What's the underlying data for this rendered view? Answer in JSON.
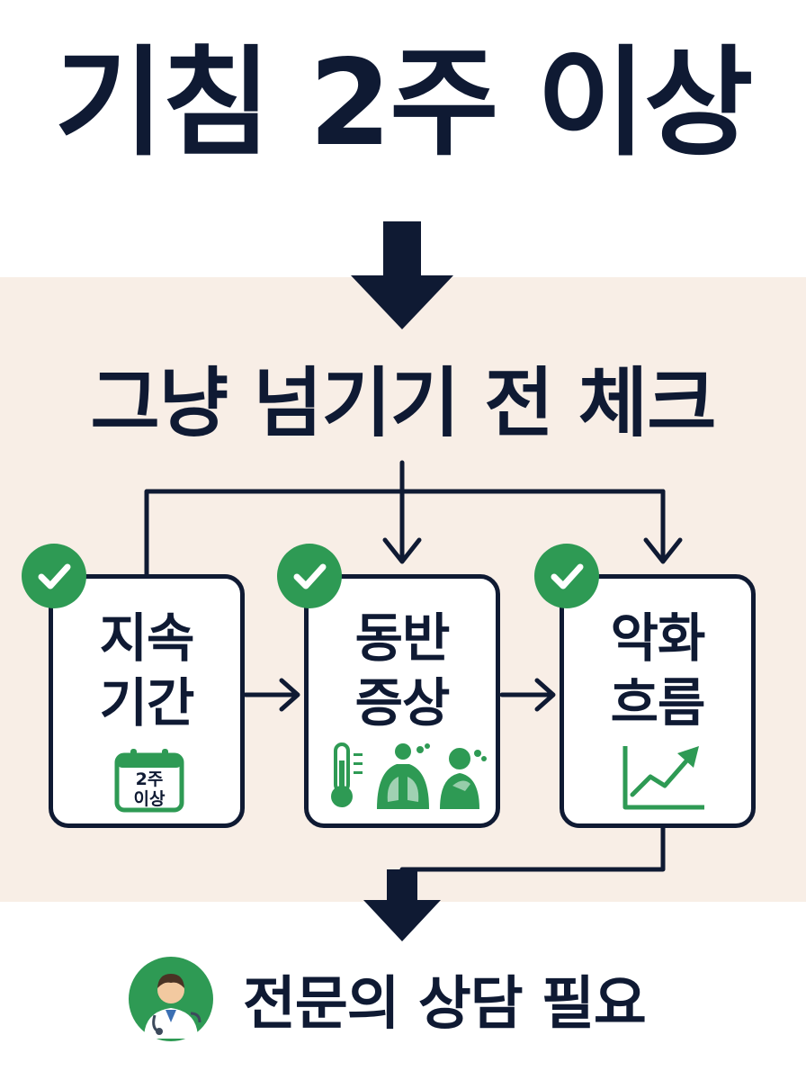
{
  "title": "기침 2주 이상",
  "subtitle": "그냥 넘기기 전 체크",
  "cards": [
    {
      "line1": "지속",
      "line2": "기간",
      "icon": "calendar-icon",
      "calendar_line1": "2주",
      "calendar_line2": "이상"
    },
    {
      "line1": "동반",
      "line2": "증상",
      "icons": [
        "thermometer-icon",
        "lungs-icon",
        "coughing-person-icon"
      ]
    },
    {
      "line1": "악화",
      "line2": "흐름",
      "icon": "trend-up-chart-icon"
    }
  ],
  "conclusion": "전문의 상담 필요",
  "colors": {
    "navy": "#0f1a33",
    "green": "#2e9a54",
    "band": "#f8eee6"
  }
}
